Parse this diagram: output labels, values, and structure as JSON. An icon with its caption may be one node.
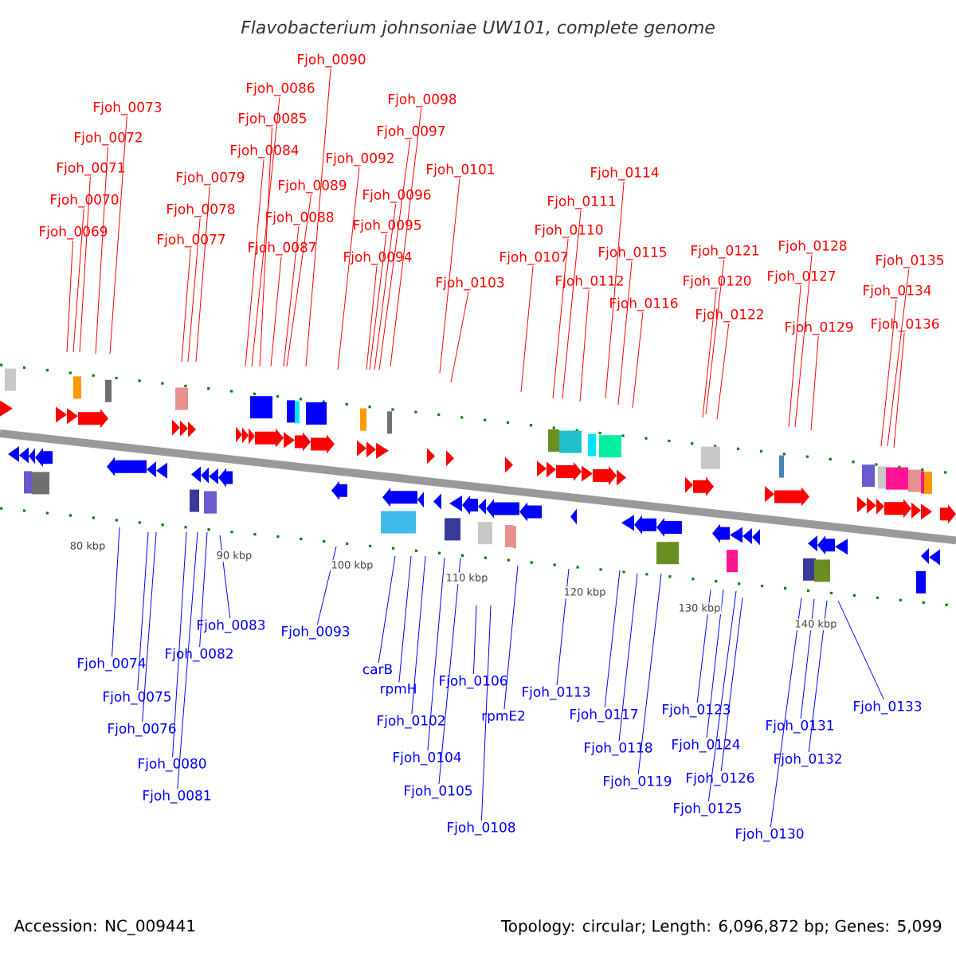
{
  "diagram": {
    "title": "Flavobacterium johnsoniae UW101, complete genome",
    "nodes": [
      {
        "text": [
          "Fjoh_0073"
        ]
      },
      {
        "text": [
          "Fjoh_0072"
        ]
      },
      {
        "text": [
          "Fjoh_0071"
        ]
      },
      {
        "text": [
          "Fjoh_0070"
        ]
      },
      {
        "text": [
          "Fjoh_0069"
        ]
      },
      {
        "text": [
          "Fjoh_0079"
        ]
      },
      {
        "text": [
          "Fjoh_0078"
        ]
      },
      {
        "text": [
          "Fjoh_0077"
        ]
      },
      {
        "text": [
          "Fjoh_0090"
        ]
      },
      {
        "text": [
          "Fjoh_0086"
        ]
      },
      {
        "text": [
          "Fjoh_0085"
        ]
      },
      {
        "text": [
          "Fjoh_0084"
        ]
      },
      {
        "text": [
          "Fjoh_0089"
        ]
      },
      {
        "text": [
          "Fjoh_0088"
        ]
      },
      {
        "text": [
          "Fjoh_0087"
        ]
      },
      {
        "text": [
          "Fjoh_0092"
        ]
      },
      {
        "text": [
          "Fjoh_0098"
        ]
      },
      {
        "text": [
          "Fjoh_0097"
        ]
      },
      {
        "text": [
          "Fjoh_0096"
        ]
      },
      {
        "text": [
          "Fjoh_0095"
        ]
      },
      {
        "text": [
          "Fjoh_0094"
        ]
      },
      {
        "text": [
          "Fjoh_0101"
        ]
      },
      {
        "text": [
          "Fjoh_0103"
        ]
      },
      {
        "text": [
          "Fjoh_0107"
        ]
      },
      {
        "text": [
          "Fjoh_0110"
        ]
      },
      {
        "text": [
          "Fjoh_0111"
        ]
      },
      {
        "text": [
          "Fjoh_0114"
        ]
      },
      {
        "text": [
          "Fjoh_0112"
        ]
      },
      {
        "text": [
          "Fjoh_0115"
        ]
      },
      {
        "text": [
          "Fjoh_0116"
        ]
      },
      {
        "text": [
          "Fjoh_0121"
        ]
      },
      {
        "text": [
          "Fjoh_0120"
        ]
      },
      {
        "text": [
          "Fjoh_0122"
        ]
      },
      {
        "text": [
          "Fjoh_0128"
        ]
      },
      {
        "text": [
          "Fjoh_0127"
        ]
      },
      {
        "text": [
          "Fjoh_0129"
        ]
      },
      {
        "text": [
          "Fjoh_0135"
        ]
      },
      {
        "text": [
          "Fjoh_0134"
        ]
      },
      {
        "text": [
          "Fjoh_0136"
        ]
      },
      {
        "text": [
          "Fjoh_0074"
        ]
      },
      {
        "text": [
          "Fjoh_0075"
        ]
      },
      {
        "text": [
          "Fjoh_0076"
        ]
      },
      {
        "text": [
          "Fjoh_0080"
        ]
      },
      {
        "text": [
          "Fjoh_0081"
        ]
      },
      {
        "text": [
          "Fjoh_0082"
        ]
      },
      {
        "text": [
          "Fjoh_0083"
        ]
      },
      {
        "text": [
          "Fjoh_0093"
        ]
      },
      {
        "text": [
          "carB"
        ]
      },
      {
        "text": [
          "rpmH"
        ]
      },
      {
        "text": [
          "Fjoh_0102"
        ]
      },
      {
        "text": [
          "Fjoh_0104"
        ]
      },
      {
        "text": [
          "Fjoh_0105"
        ]
      },
      {
        "text": [
          "Fjoh_0106"
        ]
      },
      {
        "text": [
          "Fjoh_0108"
        ]
      },
      {
        "text": [
          "rpmE2"
        ]
      },
      {
        "text": [
          "Fjoh_0113"
        ]
      },
      {
        "text": [
          "Fjoh_0117"
        ]
      },
      {
        "text": [
          "Fjoh_0118"
        ]
      },
      {
        "text": [
          "Fjoh_0119"
        ]
      },
      {
        "text": [
          "Fjoh_0123"
        ]
      },
      {
        "text": [
          "Fjoh_0124"
        ]
      },
      {
        "text": [
          "Fjoh_0126"
        ]
      },
      {
        "text": [
          "Fjoh_0125"
        ]
      },
      {
        "text": [
          "Fjoh_0130"
        ]
      },
      {
        "text": [
          "Fjoh_0131"
        ]
      },
      {
        "text": [
          "Fjoh_0132"
        ]
      },
      {
        "text": [
          "Fjoh_0133"
        ]
      }
    ],
    "edges": [
      {
        "from": 0,
        "to": null,
        "arrow": "none",
        "color": "#ff0000"
      },
      {
        "from": 1,
        "to": null,
        "arrow": "none",
        "color": "#ff0000"
      },
      {
        "from": 2,
        "to": null,
        "arrow": "none",
        "color": "#ff0000"
      },
      {
        "from": 3,
        "to": null,
        "arrow": "none",
        "color": "#ff0000"
      },
      {
        "from": 4,
        "to": null,
        "arrow": "none",
        "color": "#ff0000"
      },
      {
        "from": 5,
        "to": null,
        "arrow": "none",
        "color": "#ff0000"
      },
      {
        "from": 6,
        "to": null,
        "arrow": "none",
        "color": "#ff0000"
      },
      {
        "from": 7,
        "to": null,
        "arrow": "none",
        "color": "#ff0000"
      },
      {
        "from": 8,
        "to": null,
        "arrow": "none",
        "color": "#ff0000"
      },
      {
        "from": 9,
        "to": null,
        "arrow": "none",
        "color": "#ff0000"
      },
      {
        "from": 10,
        "to": null,
        "arrow": "none",
        "color": "#ff0000"
      },
      {
        "from": 11,
        "to": null,
        "arrow": "none",
        "color": "#ff0000"
      },
      {
        "from": 12,
        "to": null,
        "arrow": "none",
        "color": "#ff0000"
      },
      {
        "from": 13,
        "to": null,
        "arrow": "none",
        "color": "#ff0000"
      },
      {
        "from": 14,
        "to": null,
        "arrow": "none",
        "color": "#ff0000"
      },
      {
        "from": 15,
        "to": null,
        "arrow": "none",
        "color": "#ff0000"
      },
      {
        "from": 16,
        "to": null,
        "arrow": "none",
        "color": "#ff0000"
      },
      {
        "from": 17,
        "to": null,
        "arrow": "none",
        "color": "#ff0000"
      },
      {
        "from": 18,
        "to": null,
        "arrow": "none",
        "color": "#ff0000"
      },
      {
        "from": 19,
        "to": null,
        "arrow": "none",
        "color": "#ff0000"
      },
      {
        "from": 20,
        "to": null,
        "arrow": "none",
        "color": "#ff0000"
      },
      {
        "from": 21,
        "to": null,
        "arrow": "none",
        "color": "#ff0000"
      },
      {
        "from": 22,
        "to": null,
        "arrow": "none",
        "color": "#ff0000"
      },
      {
        "from": 23,
        "to": null,
        "arrow": "none",
        "color": "#ff0000"
      },
      {
        "from": 24,
        "to": null,
        "arrow": "none",
        "color": "#ff0000"
      },
      {
        "from": 25,
        "to": null,
        "arrow": "none",
        "color": "#ff0000"
      },
      {
        "from": 26,
        "to": null,
        "arrow": "none",
        "color": "#ff0000"
      },
      {
        "from": 27,
        "to": null,
        "arrow": "none",
        "color": "#ff0000"
      },
      {
        "from": 28,
        "to": null,
        "arrow": "none",
        "color": "#ff0000"
      },
      {
        "from": 29,
        "to": null,
        "arrow": "none",
        "color": "#ff0000"
      },
      {
        "from": 30,
        "to": null,
        "arrow": "none",
        "color": "#ff0000"
      },
      {
        "from": 31,
        "to": null,
        "arrow": "none",
        "color": "#ff0000"
      },
      {
        "from": 32,
        "to": null,
        "arrow": "none",
        "color": "#ff0000"
      },
      {
        "from": 33,
        "to": null,
        "arrow": "none",
        "color": "#ff0000"
      },
      {
        "from": 34,
        "to": null,
        "arrow": "none",
        "color": "#ff0000"
      },
      {
        "from": 35,
        "to": null,
        "arrow": "none",
        "color": "#ff0000"
      },
      {
        "from": 36,
        "to": null,
        "arrow": "none",
        "color": "#ff0000"
      },
      {
        "from": 37,
        "to": null,
        "arrow": "none",
        "color": "#ff0000"
      },
      {
        "from": 38,
        "to": null,
        "arrow": "none",
        "color": "#ff0000"
      },
      {
        "from": 39,
        "to": null,
        "arrow": "none",
        "color": "#0000ff"
      },
      {
        "from": 40,
        "to": null,
        "arrow": "none",
        "color": "#0000ff"
      },
      {
        "from": 41,
        "to": null,
        "arrow": "none",
        "color": "#0000ff"
      },
      {
        "from": 42,
        "to": null,
        "arrow": "none",
        "color": "#0000ff"
      },
      {
        "from": 43,
        "to": null,
        "arrow": "none",
        "color": "#0000ff"
      },
      {
        "from": 44,
        "to": null,
        "arrow": "none",
        "color": "#0000ff"
      },
      {
        "from": 45,
        "to": null,
        "arrow": "none",
        "color": "#0000ff"
      },
      {
        "from": 46,
        "to": null,
        "arrow": "none",
        "color": "#0000ff"
      },
      {
        "from": 47,
        "to": null,
        "arrow": "none",
        "color": "#0000ff"
      },
      {
        "from": 48,
        "to": null,
        "arrow": "none",
        "color": "#0000ff"
      },
      {
        "from": 49,
        "to": null,
        "arrow": "none",
        "color": "#0000ff"
      },
      {
        "from": 50,
        "to": null,
        "arrow": "none",
        "color": "#0000ff"
      },
      {
        "from": 51,
        "to": null,
        "arrow": "none",
        "color": "#0000ff"
      },
      {
        "from": 52,
        "to": null,
        "arrow": "none",
        "color": "#0000ff"
      },
      {
        "from": 53,
        "to": null,
        "arrow": "none",
        "color": "#0000ff"
      },
      {
        "from": 54,
        "to": null,
        "arrow": "none",
        "color": "#0000ff"
      },
      {
        "from": 55,
        "to": null,
        "arrow": "none",
        "color": "#0000ff"
      },
      {
        "from": 56,
        "to": null,
        "arrow": "none",
        "color": "#0000ff"
      },
      {
        "from": 57,
        "to": null,
        "arrow": "none",
        "color": "#0000ff"
      },
      {
        "from": 58,
        "to": null,
        "arrow": "none",
        "color": "#0000ff"
      },
      {
        "from": 59,
        "to": null,
        "arrow": "none",
        "color": "#0000ff"
      },
      {
        "from": 60,
        "to": null,
        "arrow": "none",
        "color": "#0000ff"
      },
      {
        "from": 61,
        "to": null,
        "arrow": "none",
        "color": "#0000ff"
      },
      {
        "from": 62,
        "to": null,
        "arrow": "none",
        "color": "#0000ff"
      },
      {
        "from": 63,
        "to": null,
        "arrow": "none",
        "color": "#0000ff"
      },
      {
        "from": 64,
        "to": null,
        "arrow": "none",
        "color": "#0000ff"
      },
      {
        "from": 65,
        "to": null,
        "arrow": "none",
        "color": "#0000ff"
      },
      {
        "from": 66,
        "to": null,
        "arrow": "none",
        "color": "#0000ff"
      }
    ],
    "labels": [
      "80 kbp",
      "90 kbp",
      "100 kbp",
      "110 kbp",
      "120 kbp",
      "130 kbp",
      "140 kbp",
      "Accession: NC_009441",
      "Topology: circular; Length: 6,096,872 bp; Genes: 5,099"
    ]
  }
}
